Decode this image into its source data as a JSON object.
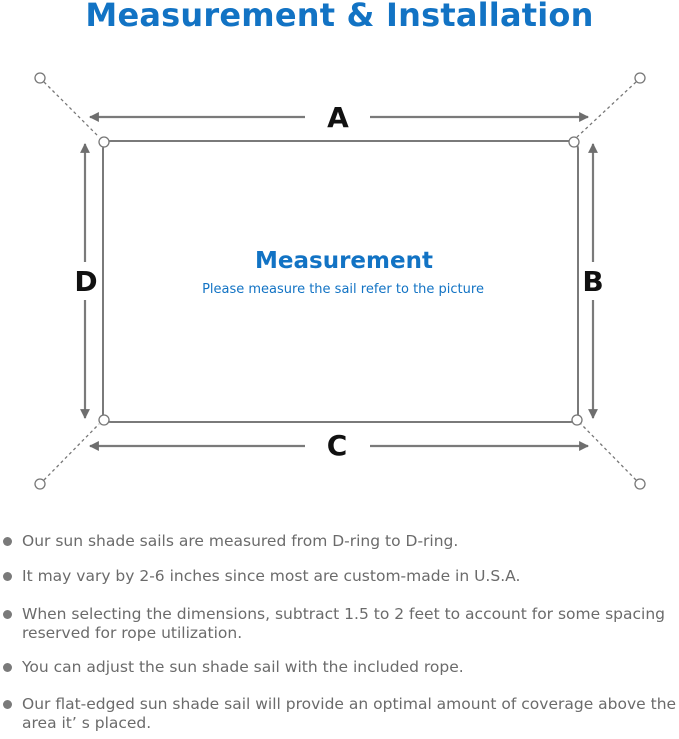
{
  "title": "Measurement & Installation",
  "diagram": {
    "labels": {
      "top": "A",
      "right": "B",
      "bottom": "C",
      "left": "D"
    },
    "center_title": "Measurement",
    "center_subtitle": "Please measure the sail refer to the picture",
    "colors": {
      "accent": "#1273c4",
      "lines": "#777777"
    }
  },
  "bullets": [
    "Our sun shade sails are measured from D-ring to D-ring.",
    "It may vary by 2-6 inches since most are custom-made in U.S.A.",
    "When selecting the dimensions, subtract 1.5 to 2 feet to account for some spacing reserved for rope utilization.",
    "You can adjust the sun shade sail with the included rope.",
    "Our flat-edged sun shade sail will provide an optimal amount of coverage above the area it’ s placed."
  ]
}
